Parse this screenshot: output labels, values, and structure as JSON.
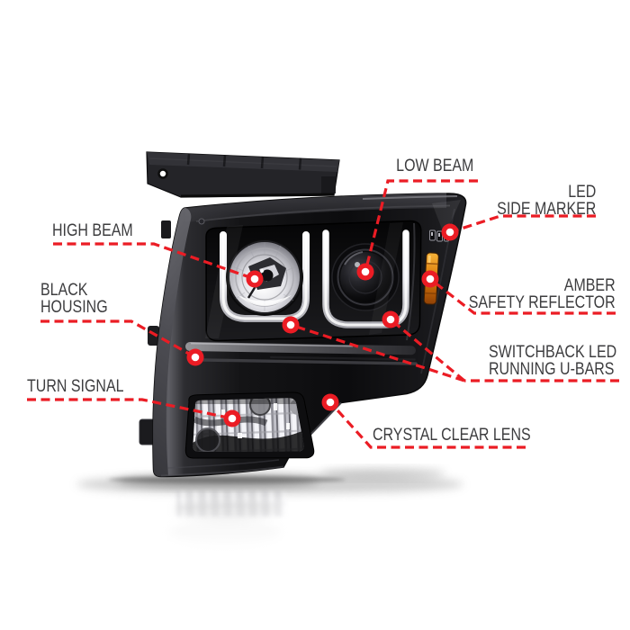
{
  "colors": {
    "background": "#ffffff",
    "accent_red": "#EB1C24",
    "label_text": "#3D3D3F",
    "housing_black": "#121214",
    "chrome_silver": "#D9D9DE",
    "amber_reflector": "#E8920A",
    "led_tube_white": "#F2F2F6"
  },
  "callouts": [
    {
      "id": "low-beam",
      "lines": [
        "LOW BEAM"
      ]
    },
    {
      "id": "led-side-marker",
      "lines": [
        "LED",
        "SIDE MARKER"
      ]
    },
    {
      "id": "high-beam",
      "lines": [
        "HIGH BEAM"
      ]
    },
    {
      "id": "black-housing",
      "lines": [
        "BLACK",
        "HOUSING"
      ]
    },
    {
      "id": "amber-safety-reflector",
      "lines": [
        "AMBER",
        "SAFETY REFLECTOR"
      ]
    },
    {
      "id": "switchback-led-running-u-bars",
      "lines": [
        "SWITCHBACK LED",
        "RUNNING U-BARS"
      ]
    },
    {
      "id": "turn-signal",
      "lines": [
        "TURN SIGNAL"
      ]
    },
    {
      "id": "crystal-clear-lens",
      "lines": [
        "CRYSTAL CLEAR LENS"
      ]
    }
  ]
}
